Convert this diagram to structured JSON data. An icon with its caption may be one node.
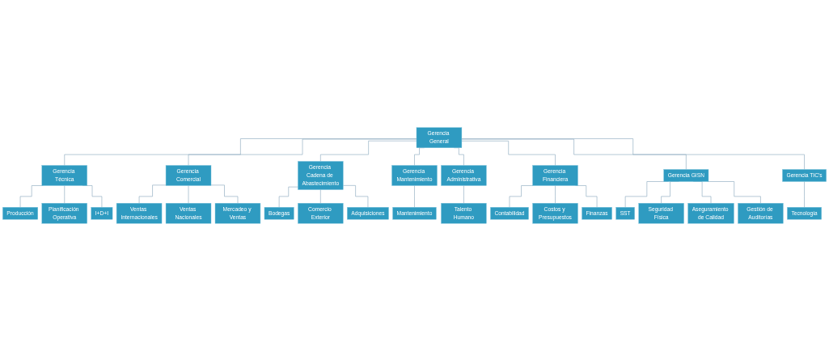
{
  "diagram": {
    "nodes": [
      {
        "text": [
          "Gerencia General"
        ]
      },
      {
        "text": [
          "Gerencia Técnica"
        ]
      },
      {
        "text": [
          "Gerencia Comercial"
        ]
      },
      {
        "text": [
          "Gerencia Cadena de Abastecimiento"
        ]
      },
      {
        "text": [
          "Gerencia Mantenimiento"
        ]
      },
      {
        "text": [
          "Gerencia Administrativa"
        ]
      },
      {
        "text": [
          "Gerencia Financiera"
        ]
      },
      {
        "text": [
          "Gerencia GISN"
        ]
      },
      {
        "text": [
          "Gerencia TIC's"
        ]
      },
      {
        "text": [
          "Producción"
        ]
      },
      {
        "text": [
          "Planificación Operativa"
        ]
      },
      {
        "text": [
          "I+D+I"
        ]
      },
      {
        "text": [
          "Ventas Internacionales"
        ]
      },
      {
        "text": [
          "Ventas Nacionales"
        ]
      },
      {
        "text": [
          "Mercadeo y Ventas"
        ]
      },
      {
        "text": [
          "Bodegas"
        ]
      },
      {
        "text": [
          "Comercio Exterior"
        ]
      },
      {
        "text": [
          "Adquisiciones"
        ]
      },
      {
        "text": [
          "Mantenimiento"
        ]
      },
      {
        "text": [
          "Talento Humano"
        ]
      },
      {
        "text": [
          "Contabilidad"
        ]
      },
      {
        "text": [
          "Costos y Presupuestos"
        ]
      },
      {
        "text": [
          "Finanzas"
        ]
      },
      {
        "text": [
          "SST"
        ]
      },
      {
        "text": [
          "Seguridad Física"
        ]
      },
      {
        "text": [
          "Aseguramiento de Calidad"
        ]
      },
      {
        "text": [
          "Gestión de Auditorías"
        ]
      },
      {
        "text": [
          "Tecnología"
        ]
      }
    ],
    "edges": [
      {
        "from": 0,
        "to": 1,
        "arrow": "none"
      },
      {
        "from": 0,
        "to": 2,
        "arrow": "none"
      },
      {
        "from": 0,
        "to": 3,
        "arrow": "none"
      },
      {
        "from": 0,
        "to": 4,
        "arrow": "none"
      },
      {
        "from": 0,
        "to": 5,
        "arrow": "none"
      },
      {
        "from": 0,
        "to": 6,
        "arrow": "none"
      },
      {
        "from": 0,
        "to": 7,
        "arrow": "none"
      },
      {
        "from": 0,
        "to": 8,
        "arrow": "none"
      },
      {
        "from": 1,
        "to": 9,
        "arrow": "none"
      },
      {
        "from": 1,
        "to": 10,
        "arrow": "none"
      },
      {
        "from": 1,
        "to": 11,
        "arrow": "none"
      },
      {
        "from": 2,
        "to": 12,
        "arrow": "none"
      },
      {
        "from": 2,
        "to": 13,
        "arrow": "none"
      },
      {
        "from": 2,
        "to": 14,
        "arrow": "none"
      },
      {
        "from": 3,
        "to": 15,
        "arrow": "none"
      },
      {
        "from": 3,
        "to": 16,
        "arrow": "none"
      },
      {
        "from": 3,
        "to": 17,
        "arrow": "none"
      },
      {
        "from": 4,
        "to": 18,
        "arrow": "none"
      },
      {
        "from": 5,
        "to": 19,
        "arrow": "none"
      },
      {
        "from": 6,
        "to": 20,
        "arrow": "none"
      },
      {
        "from": 6,
        "to": 21,
        "arrow": "none"
      },
      {
        "from": 6,
        "to": 22,
        "arrow": "none"
      },
      {
        "from": 7,
        "to": 23,
        "arrow": "none"
      },
      {
        "from": 7,
        "to": 24,
        "arrow": "none"
      },
      {
        "from": 7,
        "to": 25,
        "arrow": "none"
      },
      {
        "from": 7,
        "to": 26,
        "arrow": "none"
      },
      {
        "from": 8,
        "to": 27,
        "arrow": "none"
      }
    ]
  }
}
